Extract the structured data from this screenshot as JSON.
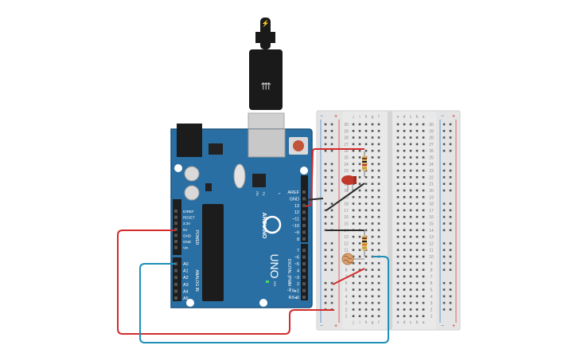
{
  "usb_cable": {
    "icon": "lightning-bolt-icon"
  },
  "arduino": {
    "brand": "ARDUINO",
    "model": "UNO",
    "on_label": "ON",
    "tx_label": "TX",
    "rx_label": "RX",
    "l_label": "L",
    "digital_title": "DIGITAL (PWM ~)",
    "power_title": "POWER",
    "analog_title": "ANALOG IN",
    "digital_pins": [
      "AREF",
      "GND",
      "13",
      "12",
      "~11",
      "~10",
      "~9",
      "8",
      "7",
      "~6",
      "~5",
      "4",
      "~3",
      "2",
      "TX▸1",
      "RX◂0"
    ],
    "power_pins": [
      "IOREF",
      "RESET",
      "3.3V",
      "5V",
      "GND",
      "GND",
      "Vin"
    ],
    "analog_pins": [
      "A0",
      "A1",
      "A2",
      "A3",
      "A4",
      "A5"
    ],
    "colors": {
      "board": "#2a6fa3",
      "board_edge": "#1d5682",
      "header": "#1e1e1e"
    }
  },
  "breadboard": {
    "cols_left": [
      "j",
      "i",
      "h",
      "g",
      "f"
    ],
    "cols_right": [
      "e",
      "d",
      "c",
      "b",
      "a"
    ],
    "row_labels": [
      "30",
      "29",
      "28",
      "27",
      "26",
      "25",
      "24",
      "23",
      "22",
      "21",
      "20",
      "19",
      "18",
      "17",
      "16",
      "15",
      "14",
      "13",
      "12",
      "11",
      "10",
      "9",
      "8",
      "7",
      "6",
      "5",
      "4",
      "3",
      "2",
      "1"
    ],
    "rail_minus": "−",
    "rail_plus": "+"
  },
  "components": [
    {
      "type": "resistor"
    },
    {
      "type": "led",
      "color": "#c0392b"
    },
    {
      "type": "resistor"
    },
    {
      "type": "photoresistor"
    }
  ],
  "wire_colors": {
    "red": "#d42b2b",
    "blue": "#1e90b8",
    "black": "#2a2a2a"
  }
}
